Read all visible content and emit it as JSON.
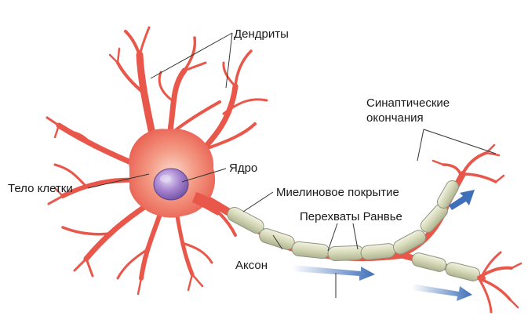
{
  "labels": {
    "dendrites": "Дендриты",
    "synaptic_terminals_line1": "Синаптические",
    "synaptic_terminals_line2": "окончания",
    "nucleus": "Ядро",
    "cell_body": "Тело клетки",
    "myelin_sheath": "Миелиновое покрытие",
    "ranvier_nodes": "Перехваты Ранвье",
    "axon": "Аксон"
  },
  "colors": {
    "neuron_fill": "#e8574a",
    "neuron_dark": "#c73a30",
    "soma_glow": "#f6b3a2",
    "nucleus": "#9b78c8",
    "nucleus_highlight": "#d9c8ee",
    "myelin": "#d6d8b8",
    "myelin_edge": "#9aa08a",
    "arrow": "#3f6fb8",
    "leader_line": "#333333"
  }
}
